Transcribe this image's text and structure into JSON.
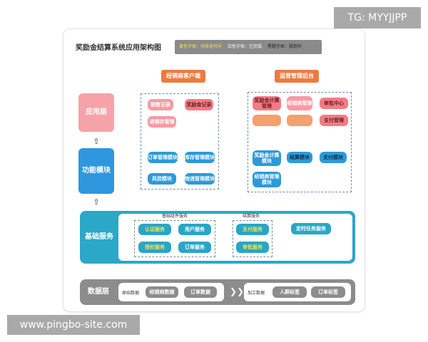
{
  "watermark_top": "TG: MYYJJPP",
  "watermark_bottom": "www.pingbo-site.com",
  "title": "奖励金结算系统应用架构图",
  "legend": {
    "item1": "黄色字体：持续迭代中",
    "item2": "白色字体：已完成",
    "item3": "黑题字体：规划中",
    "colors": {
      "yellow": "#f4e04d",
      "white": "#ffffff",
      "black": "#222222"
    }
  },
  "headers": {
    "dealer": "经销商客户端",
    "ops": "运营管理后台"
  },
  "layers": {
    "app": "应用层",
    "func": "功能模块",
    "base": "基础服务",
    "data": "数据层"
  },
  "dealer_app": [
    "销售记录",
    "奖励金记录",
    "进销存管理"
  ],
  "dealer_func": [
    "订单管理模块",
    "库存管理模块",
    "风控模块",
    "物流管理模块"
  ],
  "ops_app": [
    "奖励金计算管理",
    "经销商管理",
    "审批中心",
    "",
    "",
    "支付管理"
  ],
  "ops_func": [
    "奖励金计算模块",
    "结算模块",
    "支付模块",
    "经销商管理模块"
  ],
  "base": {
    "group1_label": "基础组件服务",
    "group1": [
      "认证服务",
      "用户服务",
      "授权服务",
      "订单服务"
    ],
    "group2_label": "结算服务",
    "group2": [
      "支付服务",
      "审批服务"
    ],
    "standalone": "定时任务服务"
  },
  "data": {
    "raw_label": "原始数据",
    "raw": [
      "经销商数据",
      "订单数据"
    ],
    "processed_label": "加工数据",
    "processed": [
      "人群标签",
      "订单标签"
    ],
    "arrow": "❯❯"
  },
  "arrows": {
    "up": "⇧"
  }
}
